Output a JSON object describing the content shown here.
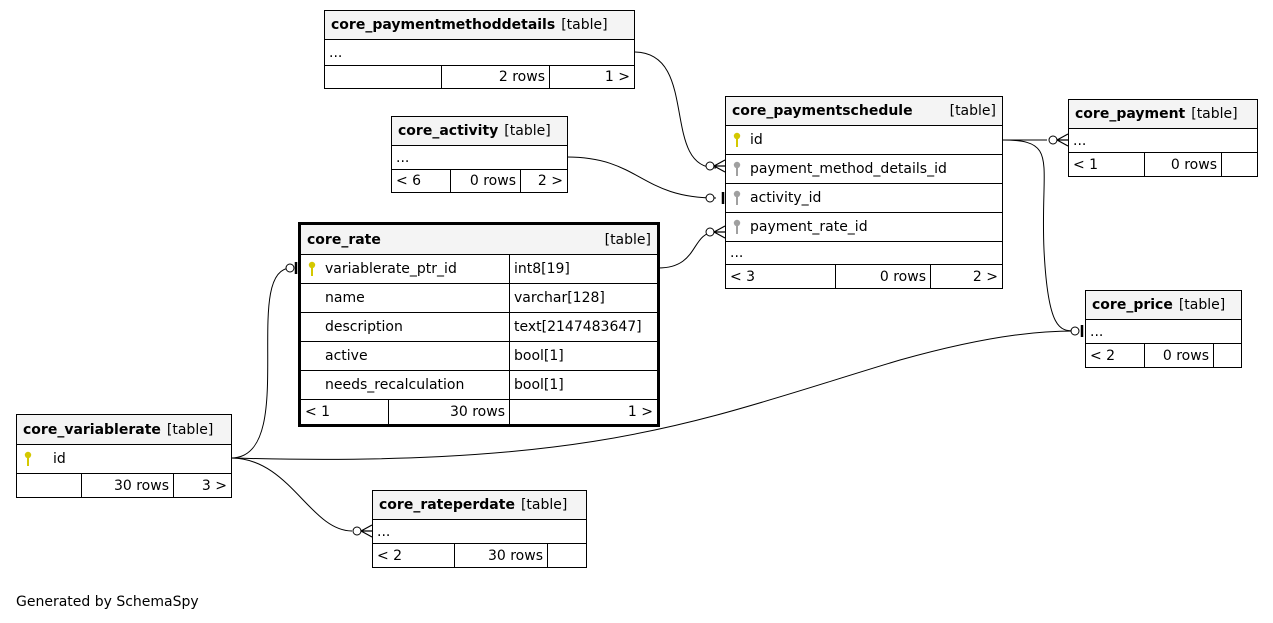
{
  "tag": "[table]",
  "dots": "...",
  "tables": {
    "paymentmethoddetails": {
      "name": "core_paymentmethoddetails",
      "stats": [
        "",
        "2 rows",
        "1 >"
      ]
    },
    "activity": {
      "name": "core_activity",
      "stats": [
        "< 6",
        "0 rows",
        "2 >"
      ]
    },
    "paymentschedule": {
      "name": "core_paymentschedule",
      "columns": [
        "id",
        "payment_method_details_id",
        "activity_id",
        "payment_rate_id"
      ],
      "stats": [
        "< 3",
        "0 rows",
        "2 >"
      ]
    },
    "payment": {
      "name": "core_payment",
      "stats": [
        "< 1",
        "0 rows",
        ""
      ]
    },
    "rate": {
      "name": "core_rate",
      "columns": [
        {
          "name": "variablerate_ptr_id",
          "type": "int8[19]"
        },
        {
          "name": "name",
          "type": "varchar[128]"
        },
        {
          "name": "description",
          "type": "text[2147483647]"
        },
        {
          "name": "active",
          "type": "bool[1]"
        },
        {
          "name": "needs_recalculation",
          "type": "bool[1]"
        }
      ],
      "stats": [
        "< 1",
        "30 rows",
        "1 >"
      ]
    },
    "price": {
      "name": "core_price",
      "stats": [
        "< 2",
        "0 rows",
        ""
      ]
    },
    "variablerate": {
      "name": "core_variablerate",
      "columns": [
        "id"
      ],
      "stats": [
        "",
        "30 rows",
        "3 >"
      ]
    },
    "rateperdate": {
      "name": "core_rateperdate",
      "stats": [
        "< 2",
        "30 rows",
        ""
      ]
    }
  },
  "footer": "Generated by SchemaSpy",
  "colors": {
    "primary_key": "#d4c800",
    "foreign_key": "#a0a0a0",
    "header_bg": "#f4f4f4"
  }
}
